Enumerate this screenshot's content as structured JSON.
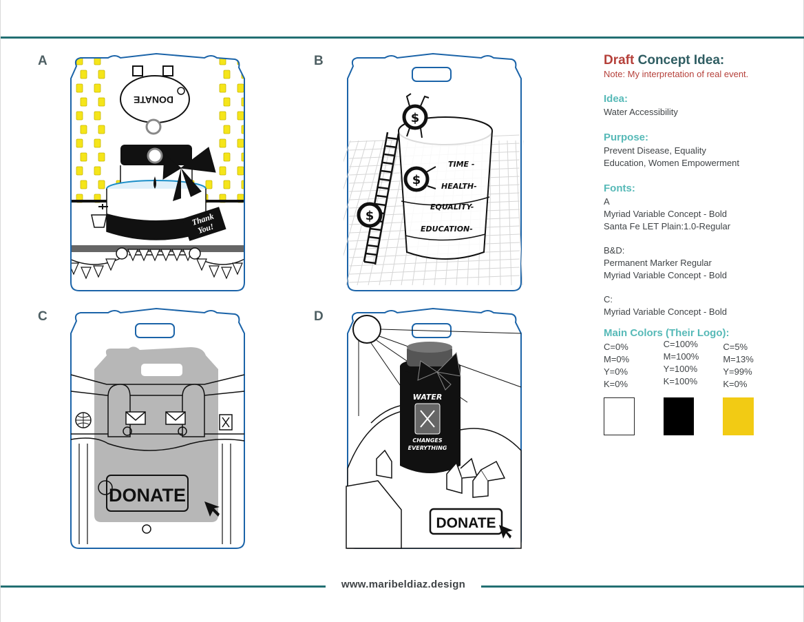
{
  "panels": [
    {
      "letter": "A",
      "donate_text": "DONATE",
      "thanks_text_1": "Thank",
      "thanks_text_2": "You!"
    },
    {
      "letter": "B",
      "labels": [
        "TIME -",
        "HEALTH-",
        "EQUALITY-",
        "EDUCATION-"
      ],
      "dollar_symbol": "$"
    },
    {
      "letter": "C",
      "donate_text": "DONATE"
    },
    {
      "letter": "D",
      "bottle_text_1": "WATER",
      "bottle_text_2": "CHANGES",
      "bottle_text_3": "EVERYTHING",
      "donate_text": "DONATE"
    }
  ],
  "info": {
    "title_red": "Draft",
    "title_rest": " Concept Idea:",
    "note": "Note: My interpretation of real event.",
    "idea_head": "Idea:",
    "idea_text": "Water Accessibility",
    "purpose_head": "Purpose:",
    "purpose_line1": "Prevent Disease, Equality",
    "purpose_line2": "Education, Women Empowerment",
    "fonts_head": "Fonts:",
    "fonts_a_label": "A",
    "fonts_a_1": "Myriad Variable Concept - Bold",
    "fonts_a_2": "Santa Fe LET Plain:1.0-Regular",
    "fonts_bd_label": "B&D:",
    "fonts_bd_1": "Permanent Marker Regular",
    "fonts_bd_2": "Myriad Variable Concept - Bold",
    "fonts_c_label": "C:",
    "fonts_c_1": "Myriad Variable Concept - Bold",
    "colors_head": "Main Colors (Their Logo):",
    "colors": [
      {
        "c": "C=0%",
        "m": "M=0%",
        "y": "Y=0%",
        "k": "K=0%",
        "hex": "#ffffff"
      },
      {
        "c": "C=100%",
        "m": "M=100%",
        "y": "Y=100%",
        "k": "K=100%",
        "hex": "#000000"
      },
      {
        "c": "C=5%",
        "m": "M=13%",
        "y": "Y=99%",
        "k": "K=0%",
        "hex": "#f2cb14"
      }
    ]
  },
  "footer_url": "www.maribeldiaz.design"
}
